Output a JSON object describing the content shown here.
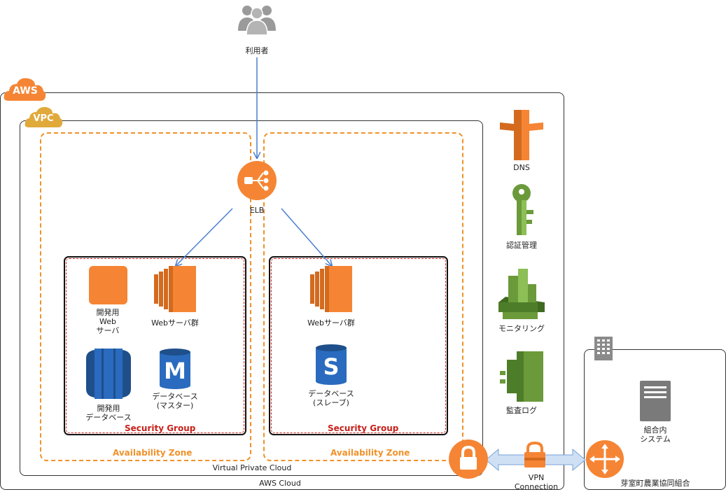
{
  "nodes": {
    "users": "利用者",
    "elb": "ELB",
    "web_servers_1": "Webサーバ群",
    "web_servers_2": "Webサーバ群",
    "dev_web_server": "開発用\nWeb\nサーバ",
    "dev_database": "開発用\nデータベース",
    "db_master": "データベース\n(マスター)",
    "db_slave": "データベース\n(スレーブ)",
    "dns": "DNS",
    "auth": "認証管理",
    "monitoring": "モニタリング",
    "audit_log": "監査ログ",
    "internal_system": "組合内\nシステム",
    "vpn": "VPN\nConnection"
  },
  "containers": {
    "aws_badge": "AWS",
    "vpc_badge": "VPC",
    "aws_cloud": "AWS Cloud",
    "vpc": "Virtual Private Cloud",
    "az1": "Availability Zone",
    "az2": "Availability Zone",
    "sg1": "Security Group",
    "sg2": "Security Group",
    "onprem": "芽室町農業協同組合"
  },
  "icons": {
    "db_master_letter": "M",
    "db_slave_letter": "S"
  },
  "colors": {
    "aws_orange": "#f58534",
    "db_blue": "#2a6bbf",
    "mgmt_green": "#6b9a3a",
    "arrow_blue": "#4a7fd0",
    "az_orange": "#f0922b",
    "sg_red": "#c8211b"
  }
}
